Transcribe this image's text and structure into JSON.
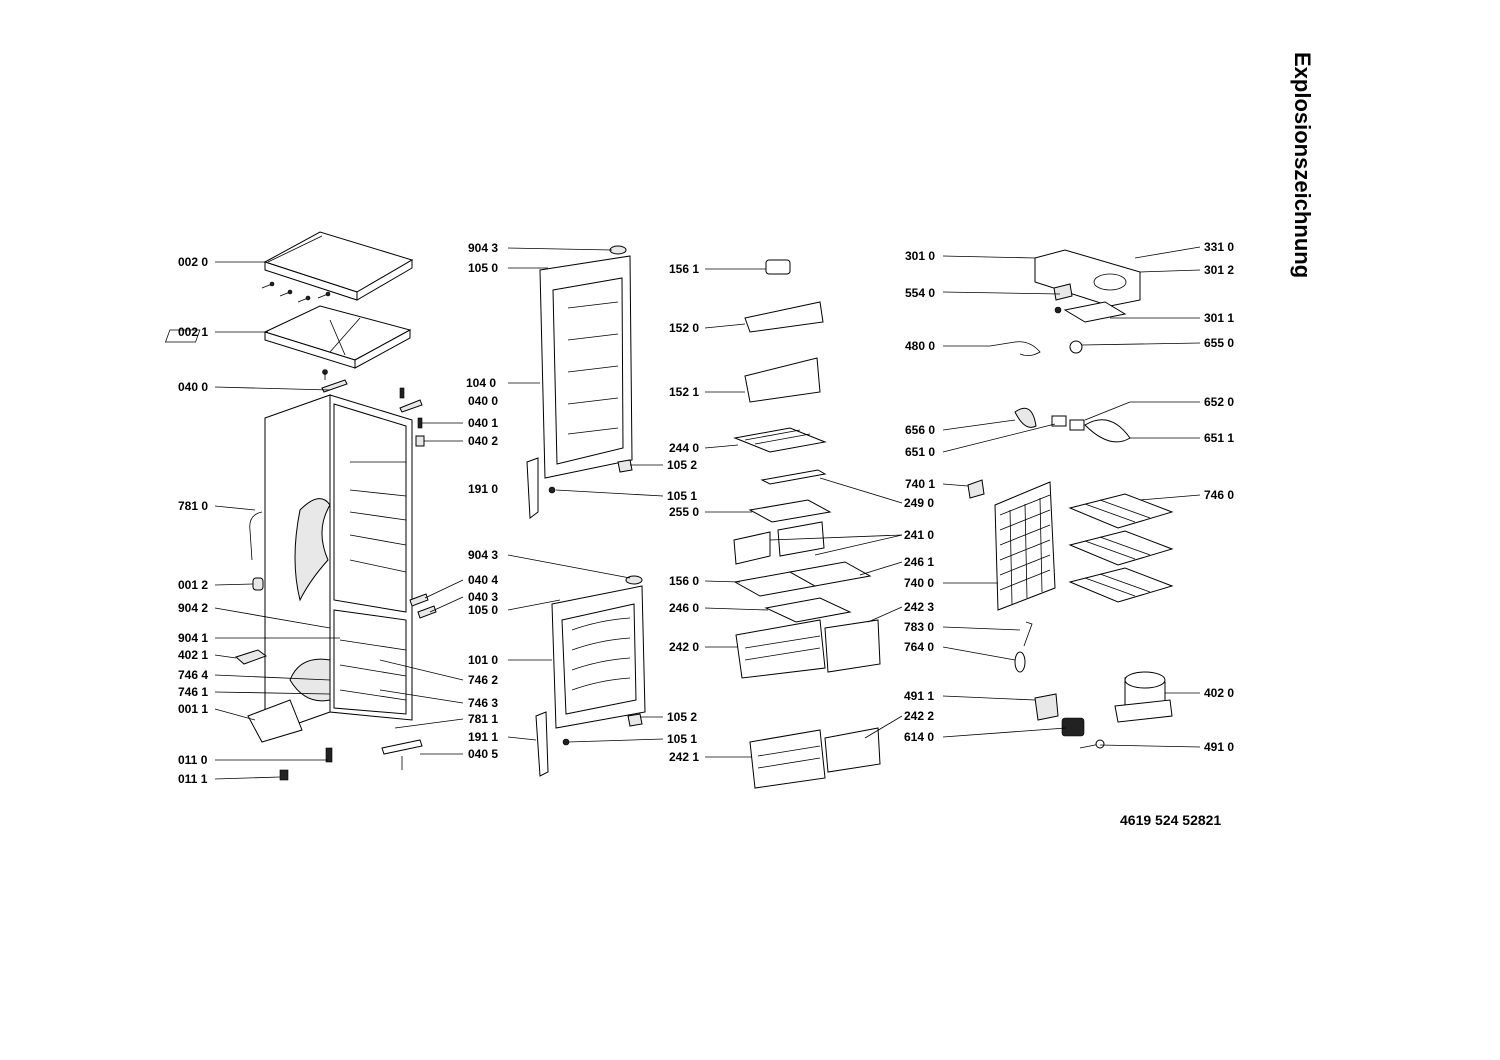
{
  "title": "Explosionszeichnung",
  "document_number": "4619 524 52821",
  "callouts": [
    "002 0",
    "002 1",
    "040 0",
    "781 0",
    "001 2",
    "904 2",
    "904 1",
    "402 1",
    "746 4",
    "746 1",
    "001 1",
    "011 0",
    "011 1",
    "904 3",
    "105 0",
    "104 0",
    "040 0",
    "040 1",
    "040 2",
    "191 0",
    "904 3",
    "040 4",
    "040 3",
    "105 0",
    "746 2",
    "746 3",
    "781 1",
    "101 0",
    "191 1",
    "040 5",
    "105 2",
    "105 1",
    "105 2",
    "105 1",
    "156 1",
    "152 0",
    "152 1",
    "244 0",
    "255 0",
    "156 0",
    "246 0",
    "242 0",
    "242 1",
    "249 0",
    "241 0",
    "246 1",
    "242 3",
    "242 2",
    "301 0",
    "554 0",
    "480 0",
    "656 0",
    "651 0",
    "740 1",
    "783 0",
    "764 0",
    "491 1",
    "614 0",
    "331 0",
    "301 2",
    "301 1",
    "655 0",
    "652 0",
    "651 1",
    "746 0",
    "740 0",
    "402 0",
    "491 0"
  ]
}
